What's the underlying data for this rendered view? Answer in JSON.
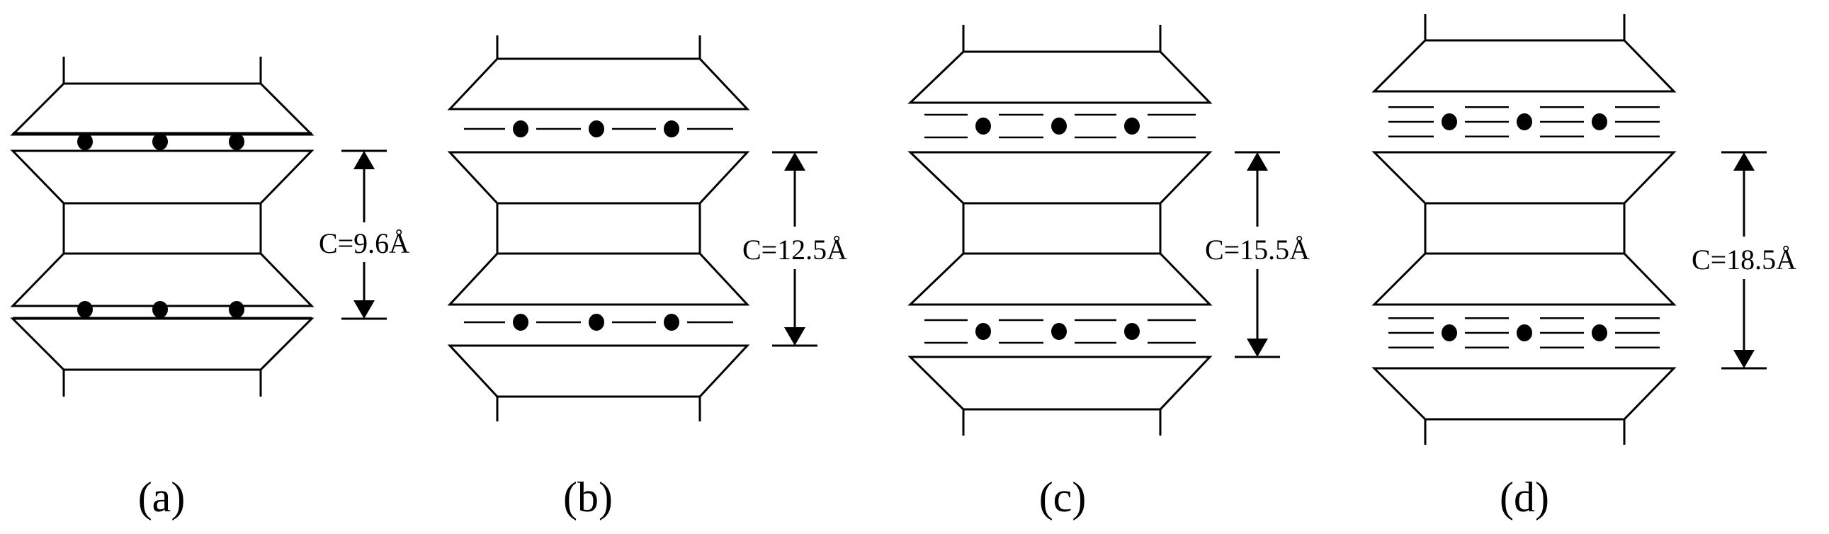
{
  "stroke_color": "#000000",
  "background_color": "#ffffff",
  "panels": [
    {
      "caption": "(a)",
      "spacing_label": "C=9.6Å",
      "water_layers": 0
    },
    {
      "caption": "(b)",
      "spacing_label": "C=12.5Å",
      "water_layers": 1
    },
    {
      "caption": "(c)",
      "spacing_label": "C=15.5Å",
      "water_layers": 2
    },
    {
      "caption": "(d)",
      "spacing_label": "C=18.5Å",
      "water_layers": 3
    }
  ]
}
